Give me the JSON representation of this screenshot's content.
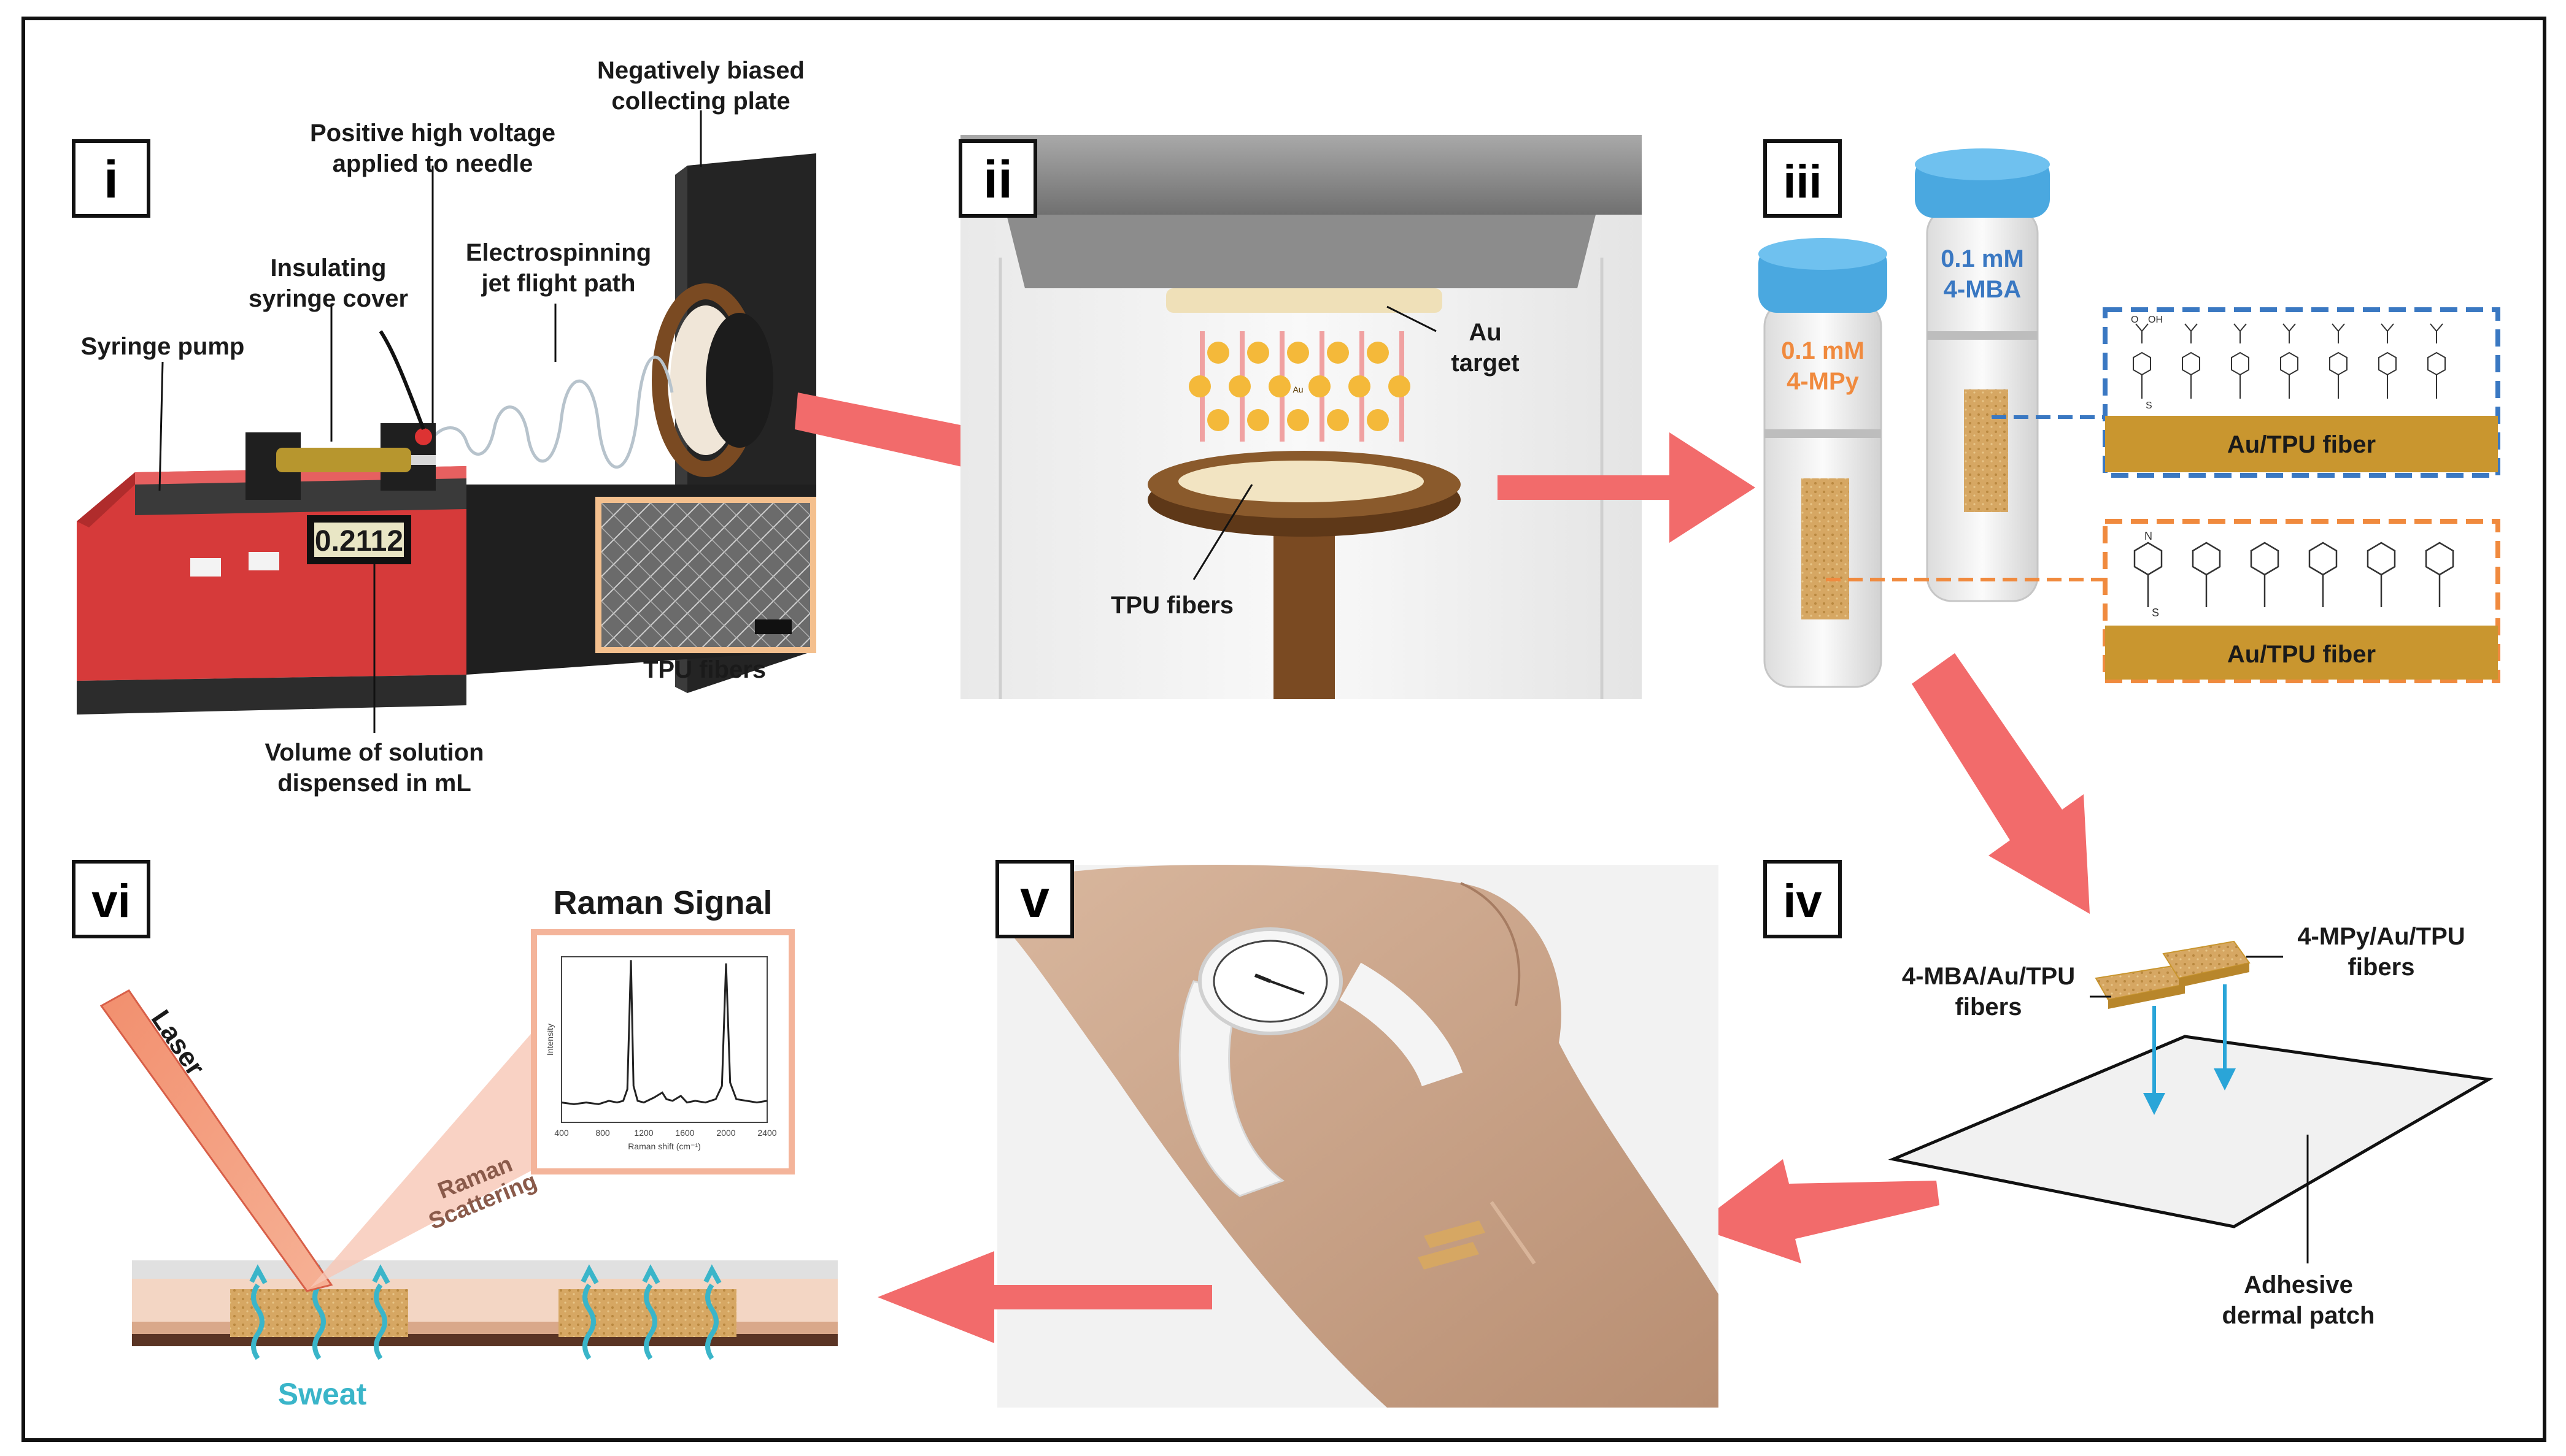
{
  "panels": {
    "i": {
      "tag": "i",
      "labels": {
        "plate": [
          "Negatively biased",
          "collecting plate"
        ],
        "voltage": [
          "Positive high voltage",
          "applied to needle"
        ],
        "cover": [
          "Insulating",
          "syringe cover"
        ],
        "jet": [
          "Electrospinning",
          "jet flight path"
        ],
        "pump": "Syringe pump",
        "volume": [
          "Volume of solution",
          "dispensed in mL"
        ],
        "fibers": "TPU fibers",
        "display": "0.2112"
      }
    },
    "ii": {
      "tag": "ii",
      "labels": {
        "target": [
          "Au",
          "target"
        ],
        "fibers": "TPU fibers",
        "particle": "Au"
      }
    },
    "iii": {
      "tag": "iii",
      "vials": {
        "mpy": [
          "0.1 mM",
          "4-MPy"
        ],
        "mba": [
          "0.1 mM",
          "4-MBA"
        ]
      },
      "fiber_label": "Au/TPU fiber",
      "mba_groups": {
        "o": "O",
        "oh": "OH",
        "s": "S"
      },
      "mpy_groups": {
        "n": "N",
        "s": "S"
      }
    },
    "iv": {
      "tag": "iv",
      "labels": {
        "mba": [
          "4-MBA/Au/TPU",
          "fibers"
        ],
        "mpy": [
          "4-MPy/Au/TPU",
          "fibers"
        ],
        "patch": [
          "Adhesive",
          "dermal patch"
        ]
      }
    },
    "v": {
      "tag": "v"
    },
    "vi": {
      "tag": "vi",
      "title": "Raman Signal",
      "laser": "Laser",
      "scattering": [
        "Raman",
        "Scattering"
      ],
      "sweat": "Sweat",
      "spectrum": {
        "y_axis_label": "Intensity",
        "x_axis_label": "Raman shift (cm⁻¹)",
        "x_ticks": [
          "400",
          "800",
          "1200",
          "1600",
          "2000",
          "2400"
        ]
      }
    }
  },
  "colors": {
    "arrow": "#f26b6b",
    "pump_red": "#d63a3a",
    "blue_cap": "#4aa8e0",
    "mba_blue": "#3a78c2",
    "mpy_orange": "#f08a3e",
    "gold_fiber": "#c9962f",
    "skin": "#c9a48a",
    "sweat_cyan": "#3ab5c9"
  },
  "spectrum_data": {
    "x": [
      400,
      520,
      640,
      760,
      860,
      940,
      1000,
      1040,
      1075,
      1100,
      1140,
      1200,
      1300,
      1380,
      1420,
      1480,
      1560,
      1620,
      1700,
      1800,
      1900,
      1960,
      2000,
      2040,
      2100,
      2200,
      2300,
      2400
    ],
    "y": [
      0.12,
      0.11,
      0.12,
      0.11,
      0.13,
      0.12,
      0.13,
      0.2,
      0.98,
      0.22,
      0.13,
      0.12,
      0.15,
      0.18,
      0.14,
      0.13,
      0.16,
      0.12,
      0.13,
      0.12,
      0.14,
      0.22,
      0.96,
      0.24,
      0.14,
      0.13,
      0.12,
      0.13
    ]
  }
}
